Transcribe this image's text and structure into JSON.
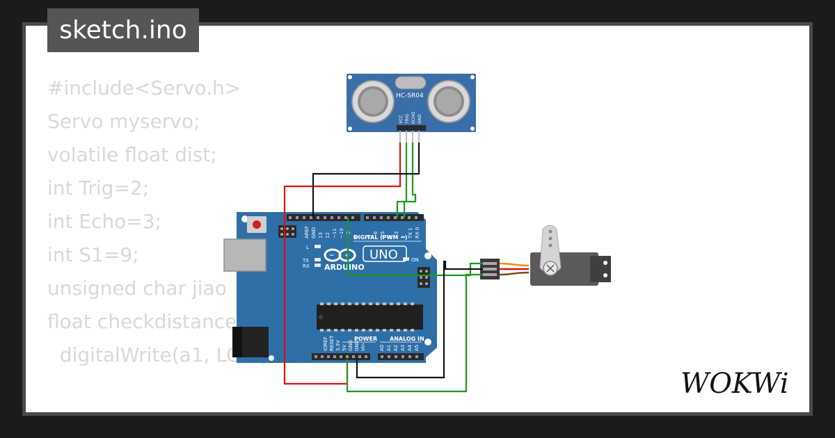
{
  "window": {
    "title": "sketch.ino"
  },
  "code": {
    "lines": [
      "#include<Servo.h>",
      "Servo myservo;",
      "volatile float dist;",
      "int Trig=2;",
      "int Echo=3;",
      "int S1=9;",
      "unsigned char jiao",
      "",
      "float checkdistance",
      "  digitalWrite(a1, LOW);"
    ]
  },
  "components": {
    "sensor": {
      "label": "HC-SR04",
      "pins": [
        "VCC",
        "TRIG",
        "ECHO",
        "GND"
      ]
    },
    "arduino": {
      "brand": "ARDUINO",
      "model": "UNO",
      "digital_label": "DIGITAL (PWM ~)",
      "power_label": "POWER",
      "analog_label": "ANALOG IN",
      "led_l": "L",
      "led_tx": "TX",
      "led_rx": "RX",
      "led_on": "ON",
      "digital_pins": [
        "AREF",
        "GND",
        "13",
        "12",
        "~11",
        "~10",
        "~9",
        "8",
        "7",
        "~6",
        "~5",
        "4",
        "~3",
        "2",
        "TX 1",
        "RX 0"
      ],
      "power_pins": [
        "IOREF",
        "RESET",
        "3.3V",
        "5V",
        "GND",
        "GND",
        "Vin"
      ],
      "analog_pins": [
        "A0",
        "A1",
        "A2",
        "A3",
        "A4",
        "A5"
      ]
    },
    "servo": {}
  },
  "branding": {
    "logo": "WOKWi"
  },
  "colors": {
    "board": "#2f6fa8",
    "sensor_board": "#3a6ea8",
    "wire_red": "#e01010",
    "wire_black": "#111111",
    "wire_green": "#1a9a1a",
    "code_text": "#d8d8d8",
    "title_bg": "#555555"
  }
}
